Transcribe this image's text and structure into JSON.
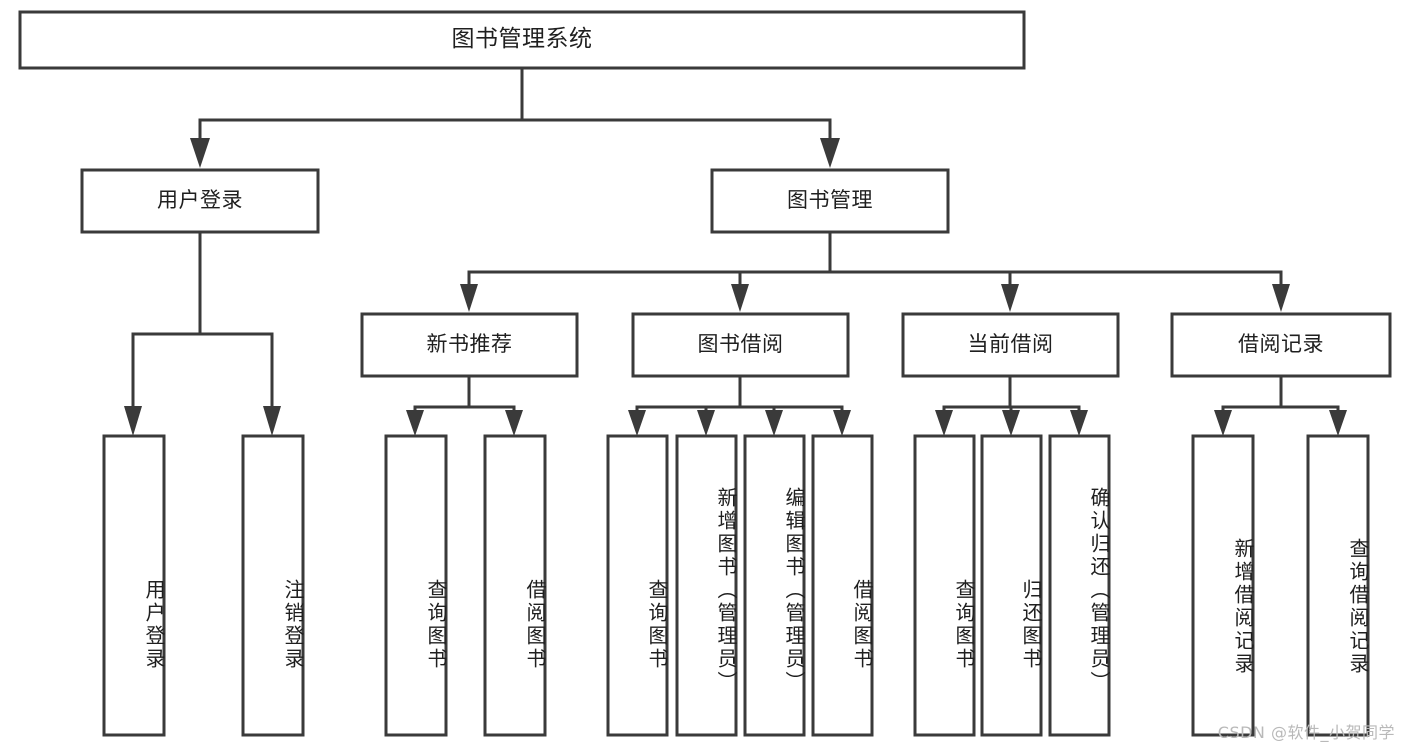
{
  "diagram": {
    "type": "tree-hierarchy",
    "title": "图书管理系统",
    "orientation": "top-down",
    "colors": {
      "background": "#ffffff",
      "box_fill": "#ffffff",
      "box_stroke": "#3a3a3a",
      "connector": "#3a3a3a",
      "text": "#1f1f1f",
      "watermark": "#b9b9b9"
    },
    "nodes": {
      "root": {
        "label": "图书管理系统",
        "level": 0
      },
      "user_login": {
        "label": "用户登录",
        "level": 1
      },
      "book_manage": {
        "label": "图书管理",
        "level": 1
      },
      "new_book_rec": {
        "label": "新书推荐",
        "level": 2
      },
      "book_borrow": {
        "label": "图书借阅",
        "level": 2
      },
      "current_borrow": {
        "label": "当前借阅",
        "level": 2
      },
      "borrow_record": {
        "label": "借阅记录",
        "level": 2
      },
      "leaf_user_login": {
        "label": "用户登录",
        "level": 2
      },
      "leaf_logout": {
        "label": "注销登录",
        "level": 2
      },
      "leaf_query_book_1": {
        "label": "查询图书",
        "level": 3
      },
      "leaf_borrow_book_1": {
        "label": "借阅图书",
        "level": 3
      },
      "leaf_query_book_2": {
        "label": "查询图书",
        "level": 3
      },
      "leaf_add_book_admin": {
        "label": "新增图书（管理员）",
        "level": 3
      },
      "leaf_edit_book_admin": {
        "label": "编辑图书（管理员）",
        "level": 3
      },
      "leaf_borrow_book_2": {
        "label": "借阅图书",
        "level": 3
      },
      "leaf_query_book_3": {
        "label": "查询图书",
        "level": 3
      },
      "leaf_return_book": {
        "label": "归还图书",
        "level": 3
      },
      "leaf_confirm_return_admin": {
        "label": "确认归还（管理员）",
        "level": 3
      },
      "leaf_add_borrow_record": {
        "label": "新增借阅记录",
        "level": 3
      },
      "leaf_query_borrow_record": {
        "label": "查询借阅记录",
        "level": 3
      }
    },
    "edges": [
      {
        "from": "root",
        "to": "user_login"
      },
      {
        "from": "root",
        "to": "book_manage"
      },
      {
        "from": "user_login",
        "to": "leaf_user_login"
      },
      {
        "from": "user_login",
        "to": "leaf_logout"
      },
      {
        "from": "book_manage",
        "to": "new_book_rec"
      },
      {
        "from": "book_manage",
        "to": "book_borrow"
      },
      {
        "from": "book_manage",
        "to": "current_borrow"
      },
      {
        "from": "book_manage",
        "to": "borrow_record"
      },
      {
        "from": "new_book_rec",
        "to": "leaf_query_book_1"
      },
      {
        "from": "new_book_rec",
        "to": "leaf_borrow_book_1"
      },
      {
        "from": "book_borrow",
        "to": "leaf_query_book_2"
      },
      {
        "from": "book_borrow",
        "to": "leaf_add_book_admin"
      },
      {
        "from": "book_borrow",
        "to": "leaf_edit_book_admin"
      },
      {
        "from": "book_borrow",
        "to": "leaf_borrow_book_2"
      },
      {
        "from": "current_borrow",
        "to": "leaf_query_book_3"
      },
      {
        "from": "current_borrow",
        "to": "leaf_return_book"
      },
      {
        "from": "current_borrow",
        "to": "leaf_confirm_return_admin"
      },
      {
        "from": "borrow_record",
        "to": "leaf_add_borrow_record"
      },
      {
        "from": "borrow_record",
        "to": "leaf_query_borrow_record"
      }
    ]
  },
  "watermark": {
    "text": "CSDN @软件_小贺同学"
  }
}
